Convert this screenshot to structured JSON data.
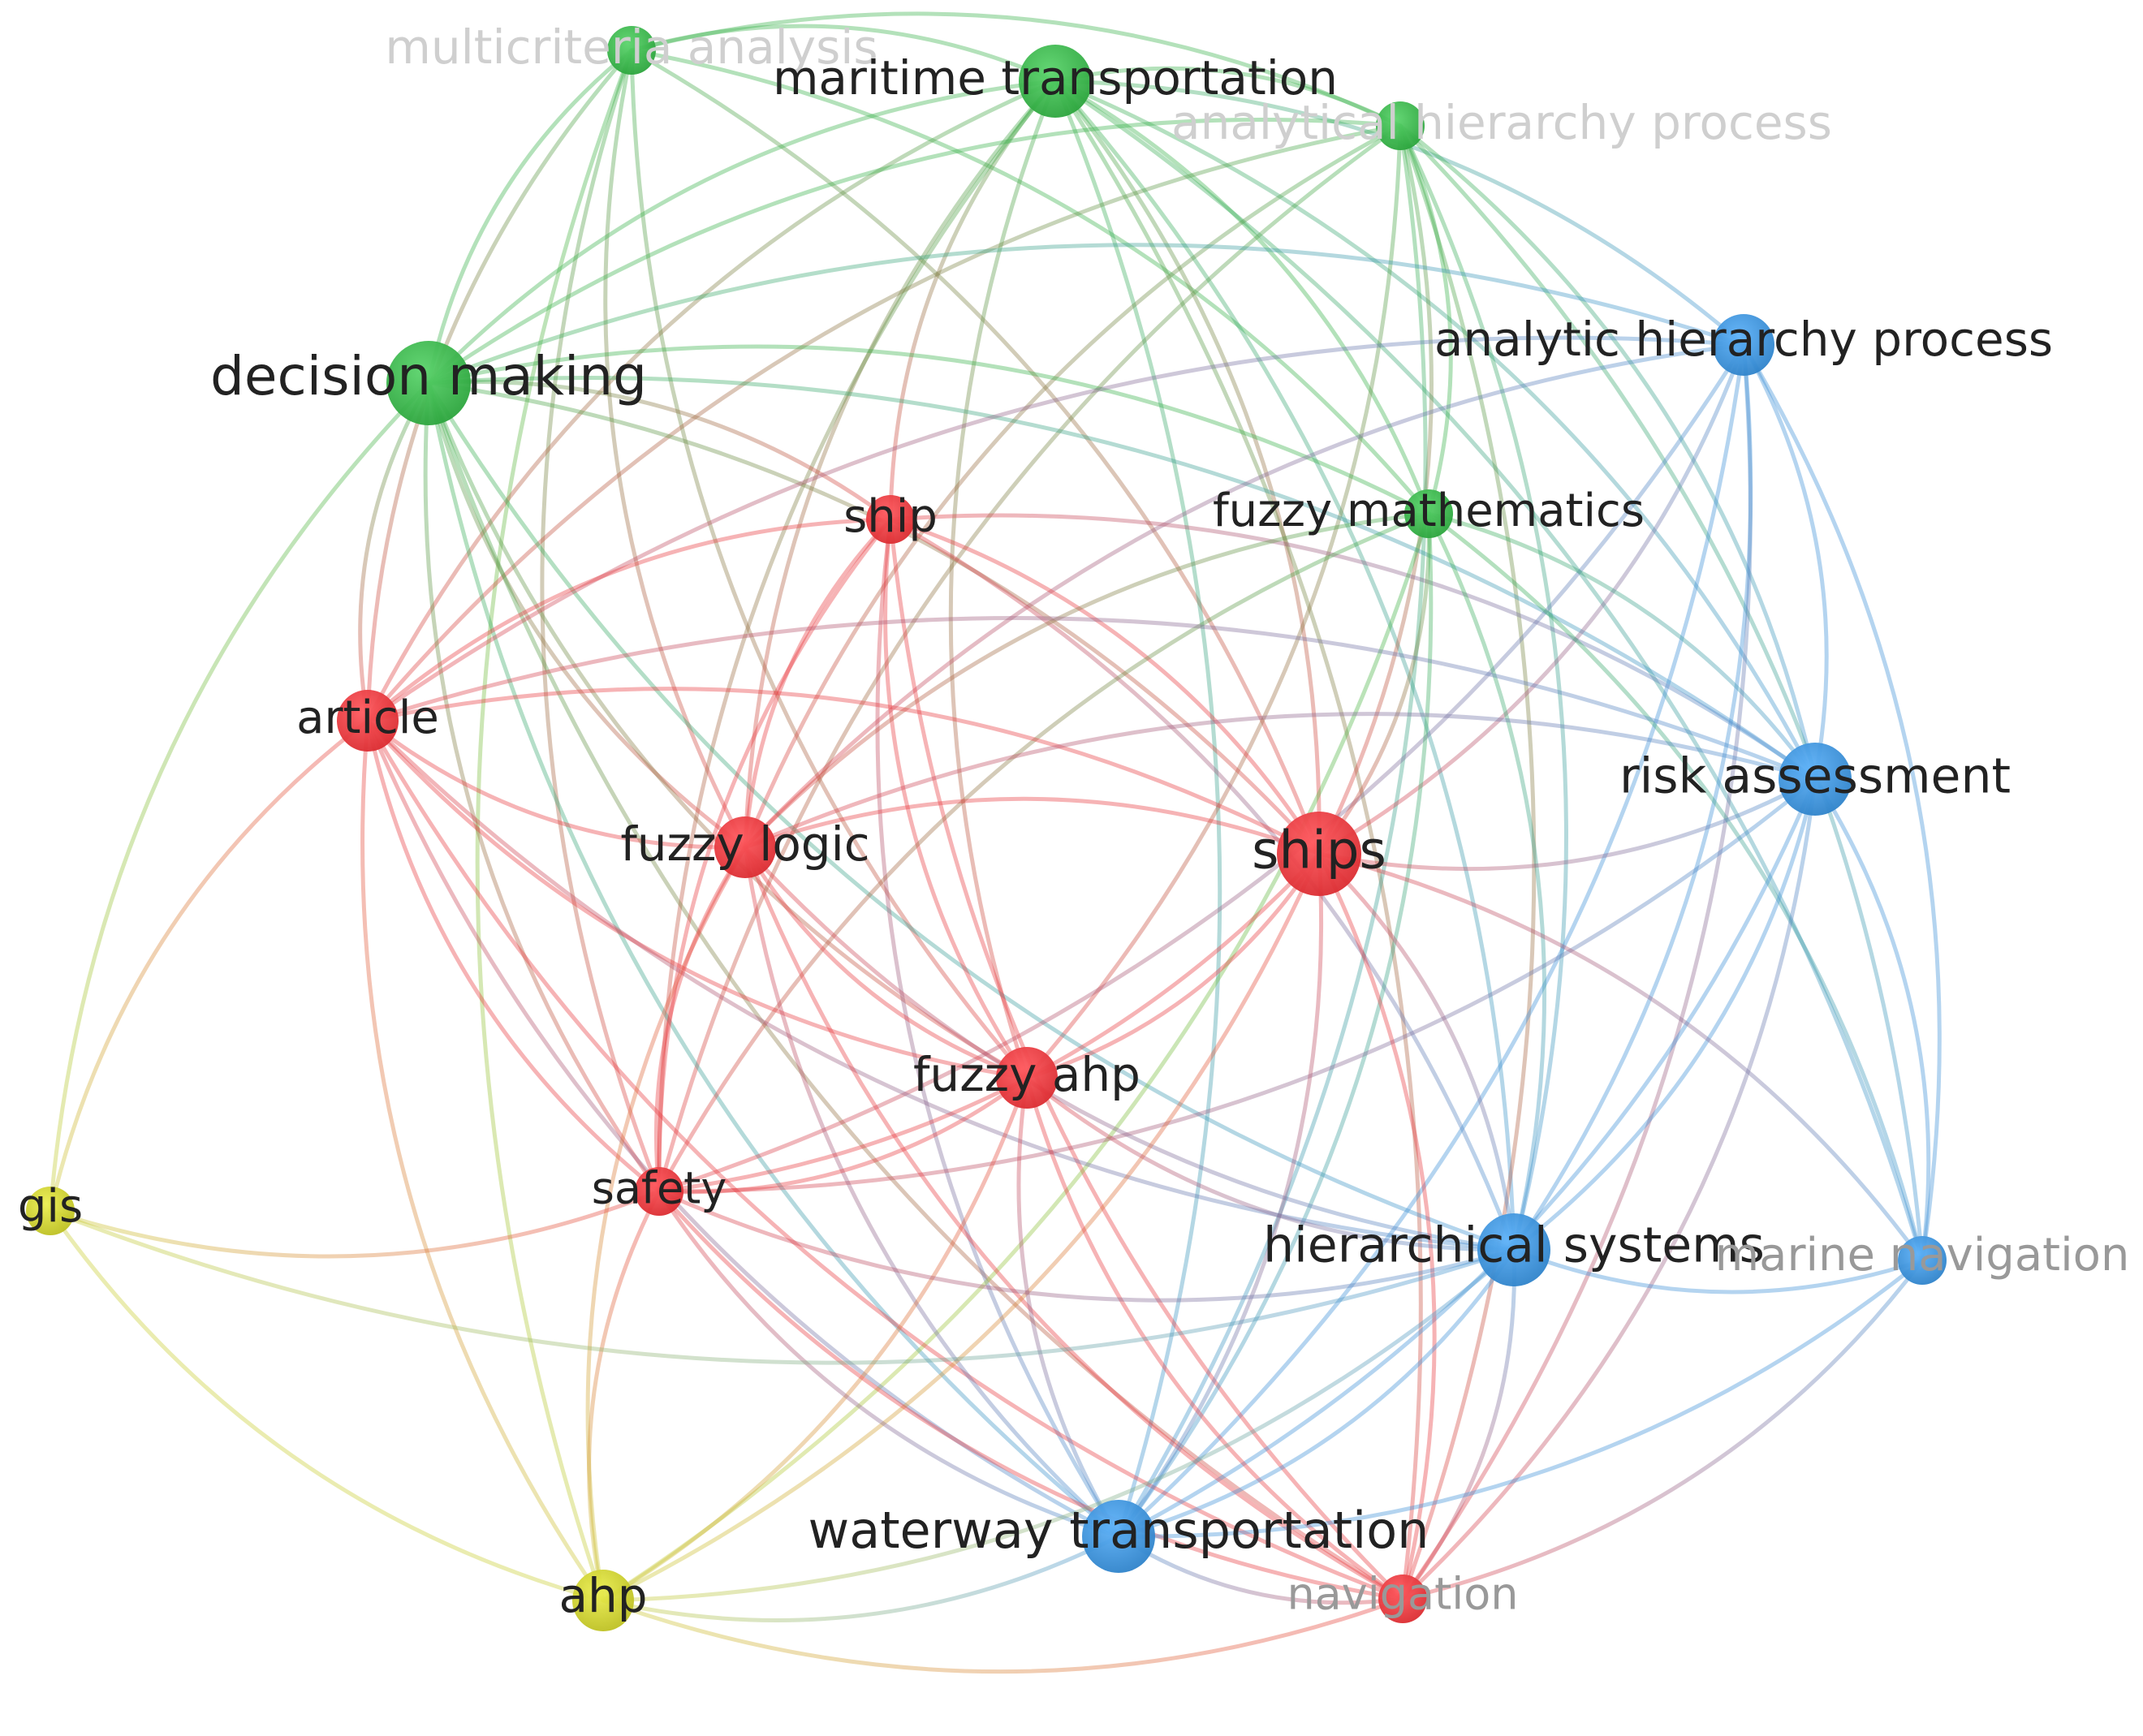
{
  "clusters": {
    "red": "#e8383d",
    "green": "#38b149",
    "blue": "#3b8fd6",
    "yellow": "#c9cc2e"
  },
  "label_colors": {
    "normal": "#222222",
    "faded": "#999999",
    "very_faded": "#cfcfcf"
  },
  "nodes": [
    {
      "id": "multicriteria_analysis",
      "label": "multicriteria analysis",
      "cluster": "green",
      "weight": 2,
      "label_style": "very_faded"
    },
    {
      "id": "maritime_transportation",
      "label": "maritime transportation",
      "cluster": "green",
      "weight": 4,
      "label_style": "normal"
    },
    {
      "id": "analytical_hierarchy_process",
      "label": "analytical hierarchy process",
      "cluster": "green",
      "weight": 2,
      "label_style": "very_faded"
    },
    {
      "id": "decision_making",
      "label": "decision making",
      "cluster": "green",
      "weight": 5,
      "label_style": "normal"
    },
    {
      "id": "analytic_hierarchy_process",
      "label": "analytic hierarchy process",
      "cluster": "blue",
      "weight": 3,
      "label_style": "normal"
    },
    {
      "id": "ship",
      "label": "ship",
      "cluster": "red",
      "weight": 2,
      "label_style": "normal"
    },
    {
      "id": "fuzzy_mathematics",
      "label": "fuzzy mathematics",
      "cluster": "green",
      "weight": 2,
      "label_style": "normal"
    },
    {
      "id": "article",
      "label": "article",
      "cluster": "red",
      "weight": 3,
      "label_style": "normal"
    },
    {
      "id": "risk_assessment",
      "label": "risk assessment",
      "cluster": "blue",
      "weight": 4,
      "label_style": "normal"
    },
    {
      "id": "fuzzy_logic",
      "label": "fuzzy logic",
      "cluster": "red",
      "weight": 3,
      "label_style": "normal"
    },
    {
      "id": "ships",
      "label": "ships",
      "cluster": "red",
      "weight": 5,
      "label_style": "normal"
    },
    {
      "id": "fuzzy_ahp",
      "label": "fuzzy ahp",
      "cluster": "red",
      "weight": 3,
      "label_style": "normal"
    },
    {
      "id": "safety",
      "label": "safety",
      "cluster": "red",
      "weight": 2,
      "label_style": "normal"
    },
    {
      "id": "gis",
      "label": "gis",
      "cluster": "yellow",
      "weight": 2,
      "label_style": "normal"
    },
    {
      "id": "hierarchical_systems",
      "label": "hierarchical systems",
      "cluster": "blue",
      "weight": 4,
      "label_style": "normal"
    },
    {
      "id": "marine_navigation",
      "label": "marine navigation",
      "cluster": "blue",
      "weight": 2,
      "label_style": "faded"
    },
    {
      "id": "waterway_transportation",
      "label": "waterway transportation",
      "cluster": "blue",
      "weight": 4,
      "label_style": "normal"
    },
    {
      "id": "ahp",
      "label": "ahp",
      "cluster": "yellow",
      "weight": 3,
      "label_style": "normal"
    },
    {
      "id": "navigation",
      "label": "navigation",
      "cluster": "red",
      "weight": 2,
      "label_style": "faded"
    }
  ],
  "links": [
    [
      "multicriteria_analysis",
      "maritime_transportation"
    ],
    [
      "multicriteria_analysis",
      "analytical_hierarchy_process"
    ],
    [
      "multicriteria_analysis",
      "decision_making"
    ],
    [
      "multicriteria_analysis",
      "fuzzy_mathematics"
    ],
    [
      "multicriteria_analysis",
      "fuzzy_logic"
    ],
    [
      "multicriteria_analysis",
      "ships"
    ],
    [
      "multicriteria_analysis",
      "safety"
    ],
    [
      "multicriteria_analysis",
      "ahp"
    ],
    [
      "multicriteria_analysis",
      "article"
    ],
    [
      "multicriteria_analysis",
      "fuzzy_ahp"
    ],
    [
      "maritime_transportation",
      "analytical_hierarchy_process"
    ],
    [
      "maritime_transportation",
      "decision_making"
    ],
    [
      "maritime_transportation",
      "analytic_hierarchy_process"
    ],
    [
      "maritime_transportation",
      "fuzzy_mathematics"
    ],
    [
      "maritime_transportation",
      "ships"
    ],
    [
      "maritime_transportation",
      "ship"
    ],
    [
      "maritime_transportation",
      "article"
    ],
    [
      "maritime_transportation",
      "fuzzy_logic"
    ],
    [
      "maritime_transportation",
      "hierarchical_systems"
    ],
    [
      "maritime_transportation",
      "waterway_transportation"
    ],
    [
      "maritime_transportation",
      "risk_assessment"
    ],
    [
      "maritime_transportation",
      "safety"
    ],
    [
      "maritime_transportation",
      "fuzzy_ahp"
    ],
    [
      "maritime_transportation",
      "navigation"
    ],
    [
      "maritime_transportation",
      "marine_navigation"
    ],
    [
      "analytical_hierarchy_process",
      "decision_making"
    ],
    [
      "analytical_hierarchy_process",
      "fuzzy_mathematics"
    ],
    [
      "analytical_hierarchy_process",
      "ships"
    ],
    [
      "analytical_hierarchy_process",
      "hierarchical_systems"
    ],
    [
      "analytical_hierarchy_process",
      "waterway_transportation"
    ],
    [
      "analytical_hierarchy_process",
      "risk_assessment"
    ],
    [
      "analytical_hierarchy_process",
      "fuzzy_logic"
    ],
    [
      "analytical_hierarchy_process",
      "safety"
    ],
    [
      "analytical_hierarchy_process",
      "article"
    ],
    [
      "analytical_hierarchy_process",
      "fuzzy_ahp"
    ],
    [
      "analytical_hierarchy_process",
      "navigation"
    ],
    [
      "analytical_hierarchy_process",
      "marine_navigation"
    ],
    [
      "decision_making",
      "fuzzy_mathematics"
    ],
    [
      "decision_making",
      "ships"
    ],
    [
      "decision_making",
      "ship"
    ],
    [
      "decision_making",
      "article"
    ],
    [
      "decision_making",
      "fuzzy_logic"
    ],
    [
      "decision_making",
      "hierarchical_systems"
    ],
    [
      "decision_making",
      "waterway_transportation"
    ],
    [
      "decision_making",
      "risk_assessment"
    ],
    [
      "decision_making",
      "safety"
    ],
    [
      "decision_making",
      "fuzzy_ahp"
    ],
    [
      "decision_making",
      "gis"
    ],
    [
      "decision_making",
      "analytic_hierarchy_process"
    ],
    [
      "decision_making",
      "navigation"
    ],
    [
      "analytic_hierarchy_process",
      "risk_assessment"
    ],
    [
      "analytic_hierarchy_process",
      "hierarchical_systems"
    ],
    [
      "analytic_hierarchy_process",
      "waterway_transportation"
    ],
    [
      "analytic_hierarchy_process",
      "marine_navigation"
    ],
    [
      "analytic_hierarchy_process",
      "ships"
    ],
    [
      "analytic_hierarchy_process",
      "fuzzy_logic"
    ],
    [
      "analytic_hierarchy_process",
      "article"
    ],
    [
      "analytic_hierarchy_process",
      "safety"
    ],
    [
      "analytic_hierarchy_process",
      "navigation"
    ],
    [
      "ship",
      "article"
    ],
    [
      "ship",
      "fuzzy_logic"
    ],
    [
      "ship",
      "ships"
    ],
    [
      "ship",
      "fuzzy_ahp"
    ],
    [
      "ship",
      "safety"
    ],
    [
      "ship",
      "hierarchical_systems"
    ],
    [
      "ship",
      "waterway_transportation"
    ],
    [
      "ship",
      "navigation"
    ],
    [
      "ship",
      "risk_assessment"
    ],
    [
      "fuzzy_mathematics",
      "ships"
    ],
    [
      "fuzzy_mathematics",
      "hierarchical_systems"
    ],
    [
      "fuzzy_mathematics",
      "waterway_transportation"
    ],
    [
      "fuzzy_mathematics",
      "risk_assessment"
    ],
    [
      "fuzzy_mathematics",
      "fuzzy_logic"
    ],
    [
      "fuzzy_mathematics",
      "safety"
    ],
    [
      "fuzzy_mathematics",
      "marine_navigation"
    ],
    [
      "fuzzy_mathematics",
      "ahp"
    ],
    [
      "article",
      "fuzzy_logic"
    ],
    [
      "article",
      "ships"
    ],
    [
      "article",
      "fuzzy_ahp"
    ],
    [
      "article",
      "safety"
    ],
    [
      "article",
      "gis"
    ],
    [
      "article",
      "ahp"
    ],
    [
      "article",
      "hierarchical_systems"
    ],
    [
      "article",
      "waterway_transportation"
    ],
    [
      "article",
      "navigation"
    ],
    [
      "article",
      "risk_assessment"
    ],
    [
      "risk_assessment",
      "hierarchical_systems"
    ],
    [
      "risk_assessment",
      "waterway_transportation"
    ],
    [
      "risk_assessment",
      "marine_navigation"
    ],
    [
      "risk_assessment",
      "ships"
    ],
    [
      "risk_assessment",
      "fuzzy_logic"
    ],
    [
      "risk_assessment",
      "navigation"
    ],
    [
      "risk_assessment",
      "safety"
    ],
    [
      "fuzzy_logic",
      "ships"
    ],
    [
      "fuzzy_logic",
      "fuzzy_ahp"
    ],
    [
      "fuzzy_logic",
      "safety"
    ],
    [
      "fuzzy_logic",
      "hierarchical_systems"
    ],
    [
      "fuzzy_logic",
      "waterway_transportation"
    ],
    [
      "fuzzy_logic",
      "navigation"
    ],
    [
      "fuzzy_logic",
      "ahp"
    ],
    [
      "ships",
      "fuzzy_ahp"
    ],
    [
      "ships",
      "safety"
    ],
    [
      "ships",
      "hierarchical_systems"
    ],
    [
      "ships",
      "waterway_transportation"
    ],
    [
      "ships",
      "navigation"
    ],
    [
      "ships",
      "marine_navigation"
    ],
    [
      "ships",
      "ahp"
    ],
    [
      "fuzzy_ahp",
      "safety"
    ],
    [
      "fuzzy_ahp",
      "ahp"
    ],
    [
      "fuzzy_ahp",
      "navigation"
    ],
    [
      "fuzzy_ahp",
      "hierarchical_systems"
    ],
    [
      "fuzzy_ahp",
      "waterway_transportation"
    ],
    [
      "safety",
      "gis"
    ],
    [
      "safety",
      "ahp"
    ],
    [
      "safety",
      "waterway_transportation"
    ],
    [
      "safety",
      "navigation"
    ],
    [
      "safety",
      "hierarchical_systems"
    ],
    [
      "gis",
      "ahp"
    ],
    [
      "gis",
      "hierarchical_systems"
    ],
    [
      "hierarchical_systems",
      "waterway_transportation"
    ],
    [
      "hierarchical_systems",
      "marine_navigation"
    ],
    [
      "hierarchical_systems",
      "navigation"
    ],
    [
      "hierarchical_systems",
      "ahp"
    ],
    [
      "marine_navigation",
      "waterway_transportation"
    ],
    [
      "marine_navigation",
      "navigation"
    ],
    [
      "waterway_transportation",
      "ahp"
    ],
    [
      "waterway_transportation",
      "navigation"
    ],
    [
      "ahp",
      "navigation"
    ]
  ]
}
